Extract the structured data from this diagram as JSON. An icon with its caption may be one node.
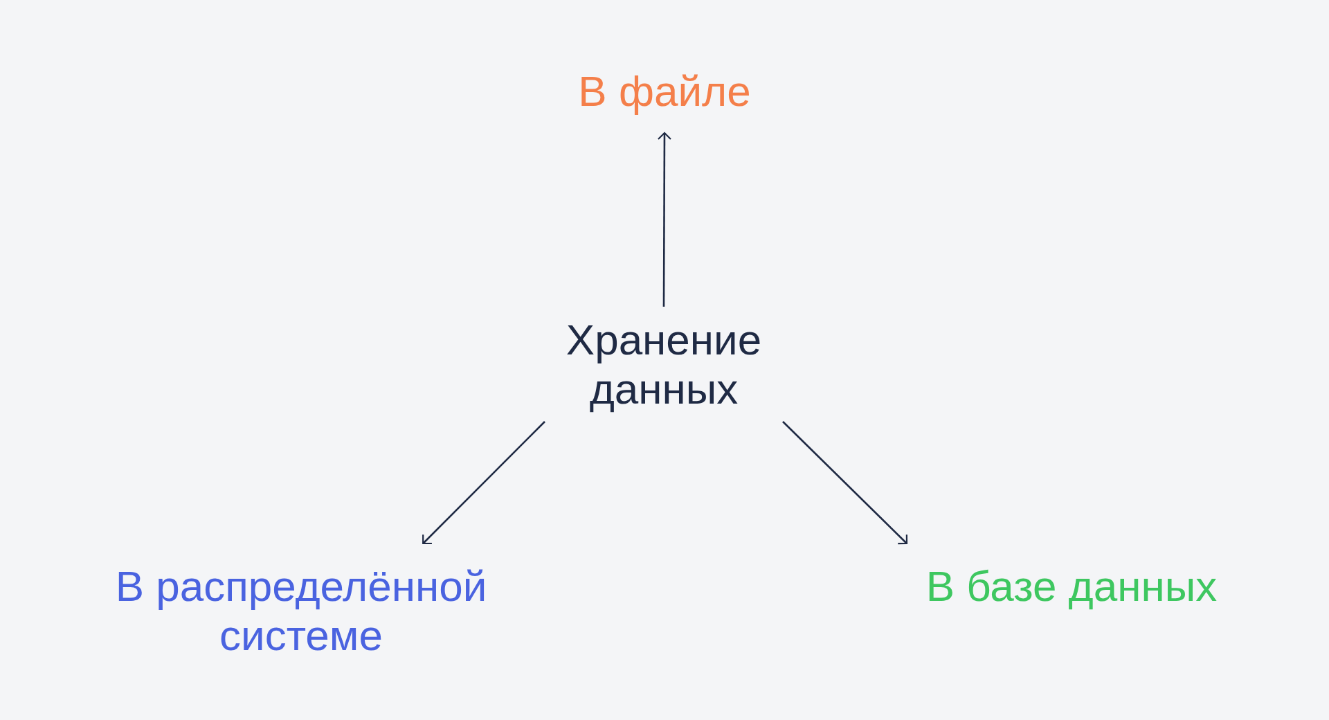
{
  "diagram": {
    "nodes": [
      {
        "text": [
          "Хранение данных"
        ]
      },
      {
        "text": [
          "В файле"
        ]
      },
      {
        "text": [
          "В распределённой системе"
        ]
      },
      {
        "text": [
          "В базе данных"
        ]
      }
    ],
    "edges": [
      {
        "from": 0,
        "to": 1,
        "arrow": "to"
      },
      {
        "from": 0,
        "to": 2,
        "arrow": "to"
      },
      {
        "from": 0,
        "to": 3,
        "arrow": "to"
      }
    ]
  }
}
